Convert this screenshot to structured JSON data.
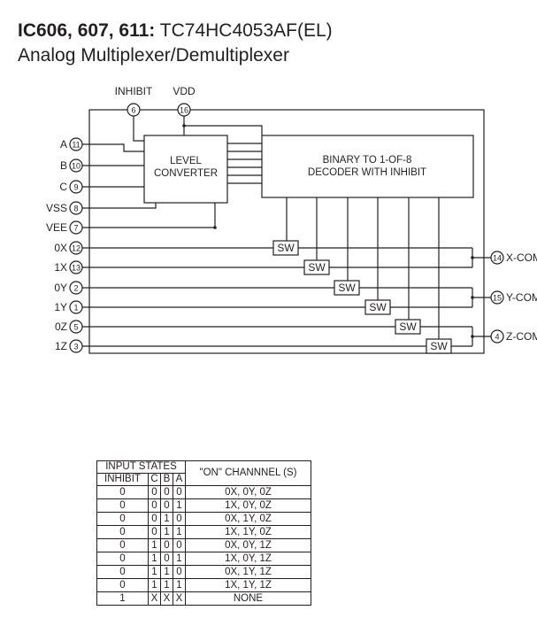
{
  "header": {
    "title_bold": "IC606, 607, 611:",
    "title_part": "TC74HC4053AF(EL)",
    "subtitle": "Analog Multiplexer/Demultiplexer"
  },
  "diagram": {
    "top_pins": [
      {
        "name": "INHIBIT",
        "num": "6"
      },
      {
        "name": "VDD",
        "num": "16"
      }
    ],
    "left_pins": [
      {
        "name": "A",
        "num": "11"
      },
      {
        "name": "B",
        "num": "10"
      },
      {
        "name": "C",
        "num": "9"
      },
      {
        "name": "VSS",
        "num": "8"
      },
      {
        "name": "VEE",
        "num": "7"
      },
      {
        "name": "0X",
        "num": "12"
      },
      {
        "name": "1X",
        "num": "13"
      },
      {
        "name": "0Y",
        "num": "2"
      },
      {
        "name": "1Y",
        "num": "1"
      },
      {
        "name": "0Z",
        "num": "5"
      },
      {
        "name": "1Z",
        "num": "3"
      }
    ],
    "right_pins": [
      {
        "name": "X-COM",
        "num": "14"
      },
      {
        "name": "Y-COM",
        "num": "15"
      },
      {
        "name": "Z-COM",
        "num": "4"
      }
    ],
    "level_converter": [
      "LEVEL",
      "CONVERTER"
    ],
    "decoder": [
      "BINARY TO 1-OF-8",
      "DECODER WITH INHIBIT"
    ],
    "switch_label": "SW"
  },
  "truth_table": {
    "group_header": "INPUT STATES",
    "output_header": "\"ON\" CHANNNEL (S)",
    "columns": [
      "INHIBIT",
      "C",
      "B",
      "A"
    ],
    "rows": [
      [
        "0",
        "0",
        "0",
        "0",
        "0X, 0Y, 0Z"
      ],
      [
        "0",
        "0",
        "0",
        "1",
        "1X, 0Y, 0Z"
      ],
      [
        "0",
        "0",
        "1",
        "0",
        "0X, 1Y, 0Z"
      ],
      [
        "0",
        "0",
        "1",
        "1",
        "1X, 1Y, 0Z"
      ],
      [
        "0",
        "1",
        "0",
        "0",
        "0X, 0Y, 1Z"
      ],
      [
        "0",
        "1",
        "0",
        "1",
        "1X, 0Y, 1Z"
      ],
      [
        "0",
        "1",
        "1",
        "0",
        "0X, 1Y, 1Z"
      ],
      [
        "0",
        "1",
        "1",
        "1",
        "1X, 1Y, 1Z"
      ],
      [
        "1",
        "X",
        "X",
        "X",
        "NONE"
      ]
    ]
  }
}
